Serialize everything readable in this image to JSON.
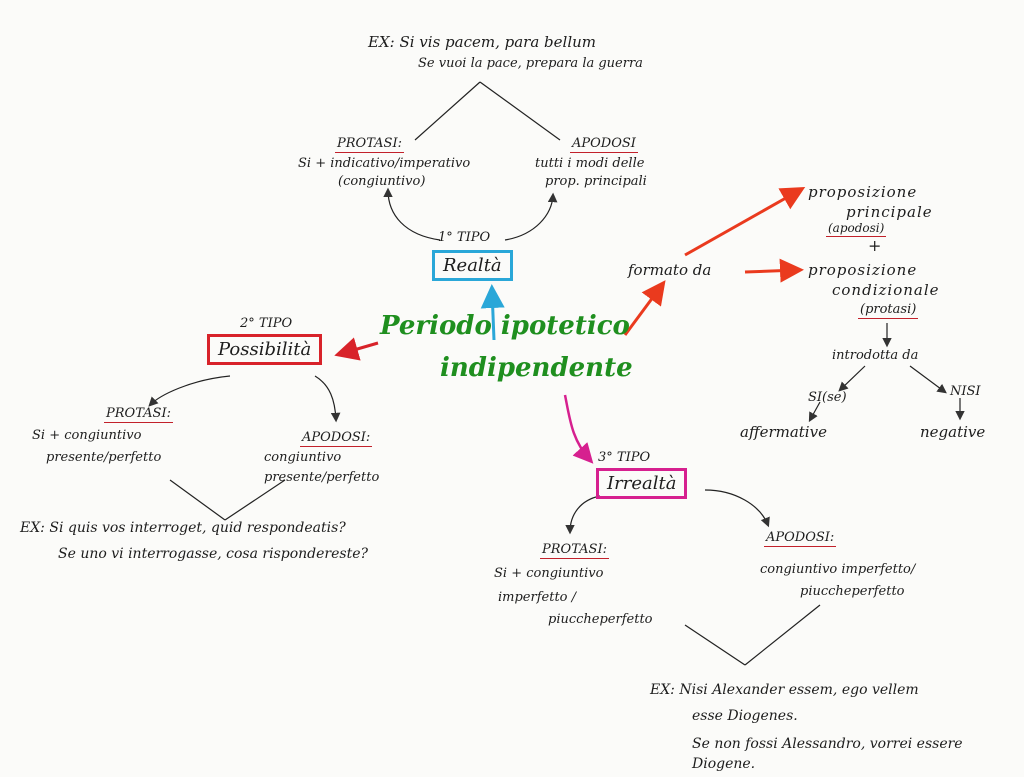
{
  "central": {
    "line1": "Periodo   ipotetico",
    "line2": "indipendente"
  },
  "tipo1": {
    "tipo": "1° TIPO",
    "box": "Realtà",
    "protasi_label": "PROTASI:",
    "protasi_text1": "Si + indicativo/imperativo",
    "protasi_text2": "(congiuntivo)",
    "apodosi_label": "APODOSI",
    "apodosi_text1": "tutti i modi delle",
    "apodosi_text2": "prop. principali",
    "ex_line1": "EX: Si vis pacem, para bellum",
    "ex_line2": "Se vuoi la pace, prepara la guerra"
  },
  "tipo2": {
    "tipo": "2° TIPO",
    "box": "Possibilità",
    "protasi_label": "PROTASI:",
    "protasi_text1": "Si + congiuntivo",
    "protasi_text2": "presente/perfetto",
    "apodosi_label": "APODOSI:",
    "apodosi_text1": "congiuntivo",
    "apodosi_text2": "presente/perfetto",
    "ex_line1": "EX: Si quis vos interroget, quid respondeatis?",
    "ex_line2": "Se uno vi interrogasse, cosa rispondereste?"
  },
  "tipo3": {
    "tipo": "3° TIPO",
    "box": "Irrealtà",
    "protasi_label": "PROTASI:",
    "protasi_text1": "Si + congiuntivo",
    "protasi_text2": "imperfetto /",
    "protasi_text3": "piuccheperfetto",
    "apodosi_label": "APODOSI:",
    "apodosi_text1": "congiuntivo imperfetto/",
    "apodosi_text2": "piuccheperfetto",
    "ex_line1": "EX: Nisi Alexander essem, ego vellem",
    "ex_line2": "esse Diogenes.",
    "ex_line3": "Se non fossi Alessandro, vorrei essere",
    "ex_line4": "Diogene."
  },
  "struttura": {
    "formato": "formato da",
    "principale1": "proposizione",
    "principale2": "principale",
    "principale3": "(apodosi)",
    "plus": "+",
    "condizionale1": "proposizione",
    "condizionale2": "condizionale",
    "condizionale3": "(protasi)",
    "introdotta": "introdotta da",
    "si": "SI(se)",
    "nisi": "NISI",
    "affermative": "affermative",
    "negative": "negative"
  },
  "colors": {
    "blue": "#2aa7d8",
    "red": "#d8232a",
    "magenta": "#d6208f",
    "green": "#1f8f1f",
    "orange_red": "#ea3a1e"
  }
}
